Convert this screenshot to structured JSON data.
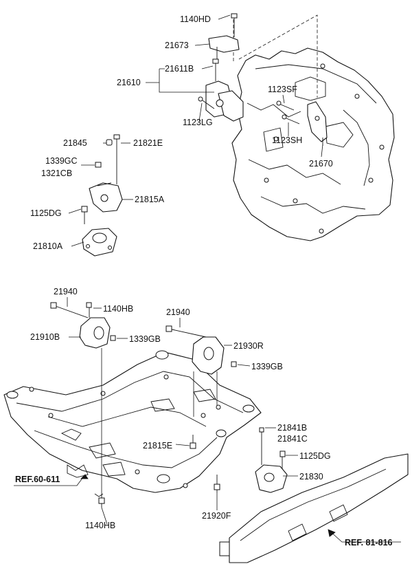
{
  "labels": {
    "p1140HD": "1140HD",
    "p21673": "21673",
    "p21611B": "21611B",
    "p21610": "21610",
    "p1123SF": "1123SF",
    "p1123LG": "1123LG",
    "p1123SH": "1123SH",
    "p21670": "21670",
    "p21845": "21845",
    "p21821E": "21821E",
    "p1339GC": "1339GC",
    "p1321CB": "1321CB",
    "p21815A": "21815A",
    "p1125DG_top": "1125DG",
    "p21810A": "21810A",
    "p21940_left": "21940",
    "p1140HB_top": "1140HB",
    "p21940_mid": "21940",
    "p21910B": "21910B",
    "p1339GB_left": "1339GB",
    "p21930R": "21930R",
    "p1339GB_right": "1339GB",
    "p21841B": "21841B",
    "p21841C": "21841C",
    "p1125DG_bottom": "1125DG",
    "p21815E": "21815E",
    "p21830": "21830",
    "p1140HB_bottom": "1140HB",
    "p21920F": "21920F"
  },
  "refs": {
    "ref_left": "REF.60-611",
    "ref_right": "REF. 81-816"
  }
}
